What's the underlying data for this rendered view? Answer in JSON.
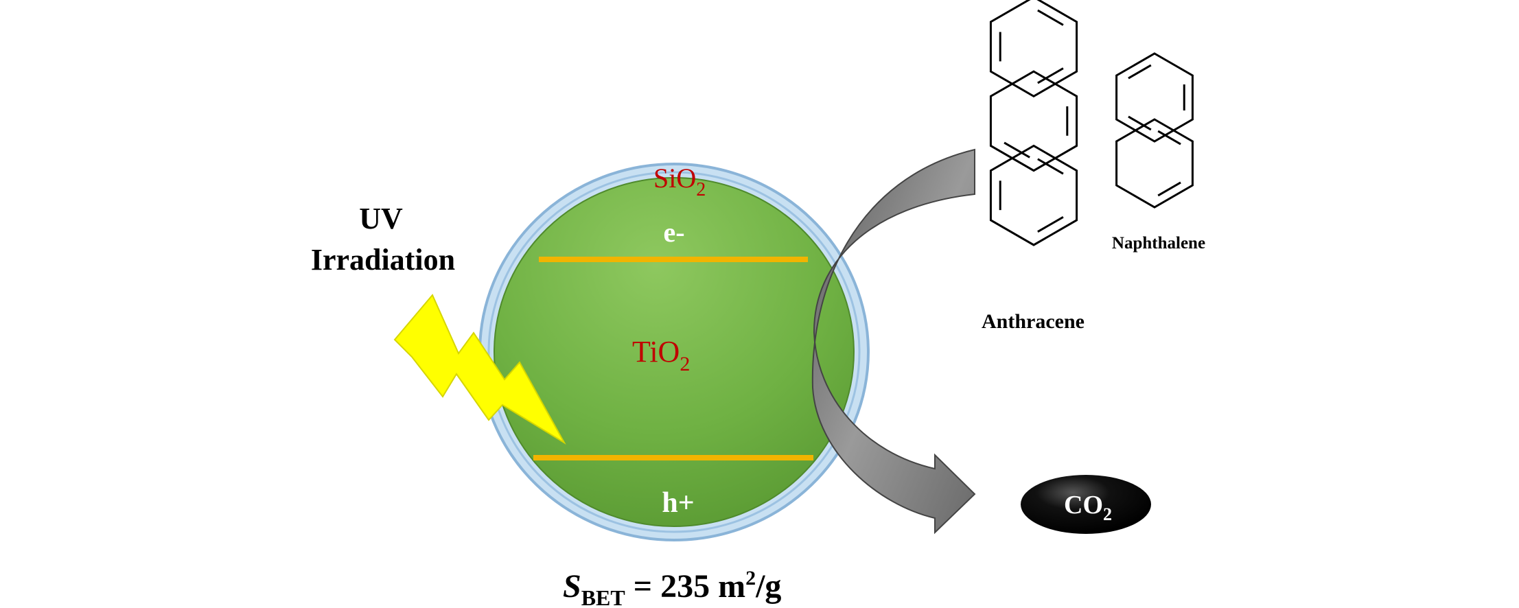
{
  "labels": {
    "uv_line1": "UV",
    "uv_line2": "Irradiation",
    "sio2_main": "SiO",
    "sio2_sub": "2",
    "electron": "e-",
    "tio2_main": "TiO",
    "tio2_sub": "2",
    "hole": "h+",
    "sbet_symbol": "S",
    "sbet_sub": "BET",
    "sbet_value": " = 235 m",
    "sbet_sup": "2",
    "sbet_unit": "/g",
    "anthracene": "Anthracene",
    "naphthalene": "Naphthalene",
    "co2_main": "CO",
    "co2_sub": "2"
  },
  "colors": {
    "label_red": "#c00000",
    "particle_green": "#6fb143",
    "shell_blue": "#bcd8ee",
    "band_orange": "#f2b400",
    "lightning_yellow": "#ffff00",
    "arrow_gray": "#7f7f7f",
    "co2_ellipse": "#000000"
  },
  "icons": {
    "lightning": "lightning-bolt-icon",
    "arrow": "curved-arrow-icon",
    "anthracene": "anthracene-structure-icon",
    "naphthalene": "naphthalene-structure-icon"
  }
}
